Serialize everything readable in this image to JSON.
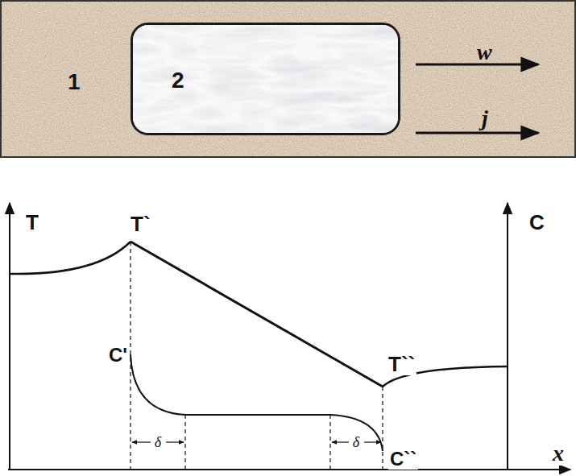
{
  "diagram": {
    "nodes": [
      {
        "text": [
          "1"
        ]
      },
      {
        "text": [
          "2"
        ],
        "in": 0
      }
    ],
    "labels": [
      "w",
      "j",
      "T",
      "T`",
      "C'",
      "T``",
      "C``",
      "x",
      "C",
      "δ",
      "δ"
    ]
  }
}
